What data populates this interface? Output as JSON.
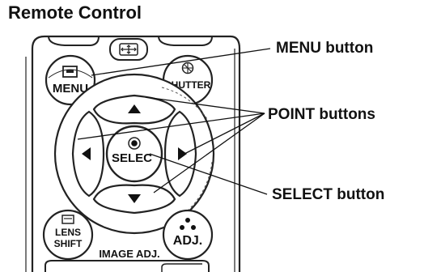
{
  "title": "Remote Control",
  "callouts": {
    "menu": "MENU button",
    "point": "POINT buttons",
    "select": "SELECT button"
  },
  "remote_buttons": {
    "menu": "MENU",
    "shutter": "SHUTTER",
    "select": "SELEC",
    "lens_line1": "LENS",
    "lens_line2": "SHIFT",
    "image_adj": "IMAGE ADJ.",
    "adj": "ADJ."
  },
  "icons": [
    "menu-icon",
    "shutter-icon",
    "arrow-up-icon",
    "arrow-down-icon",
    "arrow-left-icon",
    "arrow-right-icon",
    "select-dot-icon",
    "lens-shift-icon",
    "adj-dots-icon",
    "expand-icon"
  ]
}
